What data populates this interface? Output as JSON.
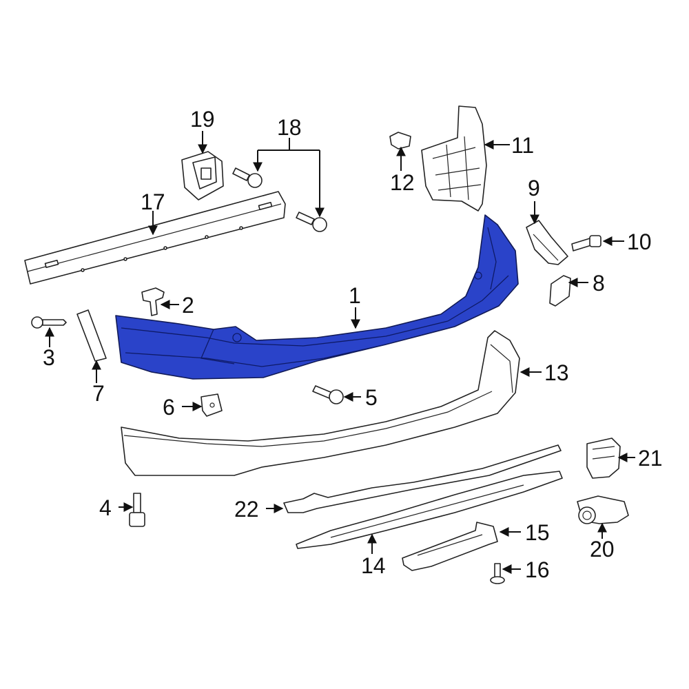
{
  "diagram": {
    "highlight_color": "#2a43c9",
    "callouts": {
      "c1": "1",
      "c2": "2",
      "c3": "3",
      "c4": "4",
      "c5": "5",
      "c6": "6",
      "c7": "7",
      "c8": "8",
      "c9": "9",
      "c10": "10",
      "c11": "11",
      "c12": "12",
      "c13": "13",
      "c14": "14",
      "c15": "15",
      "c16": "16",
      "c17": "17",
      "c18": "18",
      "c19": "19",
      "c20": "20",
      "c21": "21",
      "c22": "22"
    }
  }
}
